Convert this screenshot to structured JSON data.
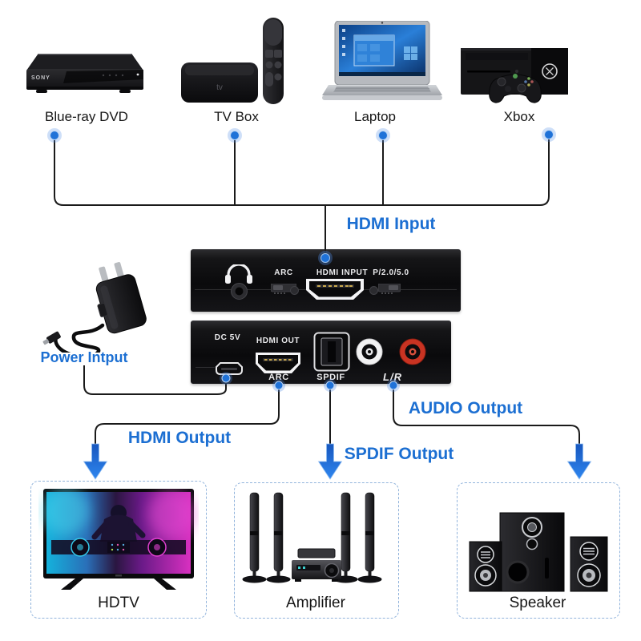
{
  "inputs": {
    "devices": [
      {
        "label": "Blue-ray DVD"
      },
      {
        "label": "TV Box"
      },
      {
        "label": "Laptop"
      },
      {
        "label": "Xbox"
      }
    ],
    "hdmi_input_label": "HDMI Input"
  },
  "extractor": {
    "rear_panel": {
      "arc_label": "ARC",
      "hdmi_input_label": "HDMI INPUT",
      "mode_label": "P/2.0/5.0"
    },
    "front_panel": {
      "dc_label": "DC 5V",
      "hdmi_out_label": "HDMI OUT",
      "arc_label": "ARC",
      "spdif_label": "SPDIF",
      "lr_label": "L/R"
    }
  },
  "power": {
    "label": "Power Intput"
  },
  "outputs": {
    "hdmi": {
      "label": "HDMI Output",
      "device": "HDTV"
    },
    "spdif": {
      "label": "SPDIF Output",
      "device": "Amplifier"
    },
    "audio": {
      "label": "AUDIO Output",
      "device": "Speaker"
    }
  },
  "branding": {
    "sony": "SONY",
    "apple_tv": "tv"
  },
  "colors": {
    "accent_blue": "#1c6fd2",
    "dot_blue": "#1f72d8",
    "line_black": "#1a1a1a",
    "dashed_border": "#92b4dc",
    "rca_red": "#c93322",
    "panel_black": "#0e0e10"
  }
}
